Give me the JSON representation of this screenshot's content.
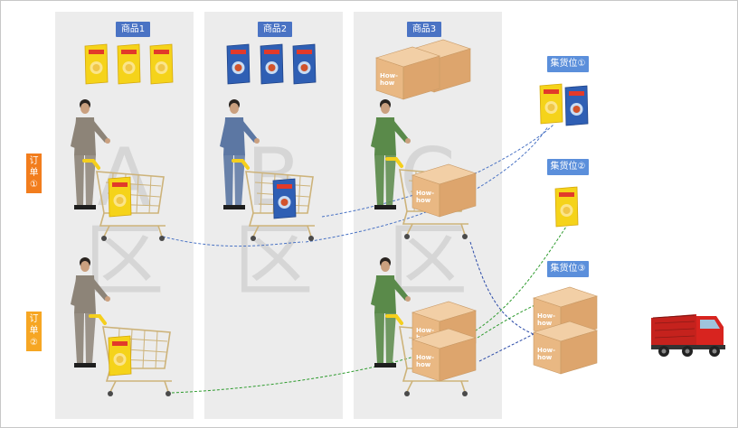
{
  "zones": [
    {
      "tag": "商品1",
      "letter_top": "A",
      "letter_bottom": "区"
    },
    {
      "tag": "商品2",
      "letter_top": "B",
      "letter_bottom": "区"
    },
    {
      "tag": "商品3",
      "letter_top": "C",
      "letter_bottom": "区"
    }
  ],
  "orders": [
    {
      "label": "订单①",
      "color": "#f27d1d"
    },
    {
      "label": "订单②",
      "color": "#f6a623"
    }
  ],
  "hubs": [
    {
      "label": "集货位①"
    },
    {
      "label": "集货位②"
    },
    {
      "label": "集货位③"
    }
  ],
  "colors": {
    "zone_bg": "#ececec",
    "tag_blue": "#4a73c4",
    "order1_path": "#4a73c4",
    "order2_path": "#2e9b2e",
    "chips_yellow": "#f5d31a",
    "chips_blue": "#2f5fb4",
    "box": "#e8b98a",
    "truck": "#d8241f"
  },
  "icons": [
    "worker-icon",
    "shopping-cart-icon",
    "chips-bag-icon",
    "snack-box-icon",
    "truck-icon"
  ]
}
